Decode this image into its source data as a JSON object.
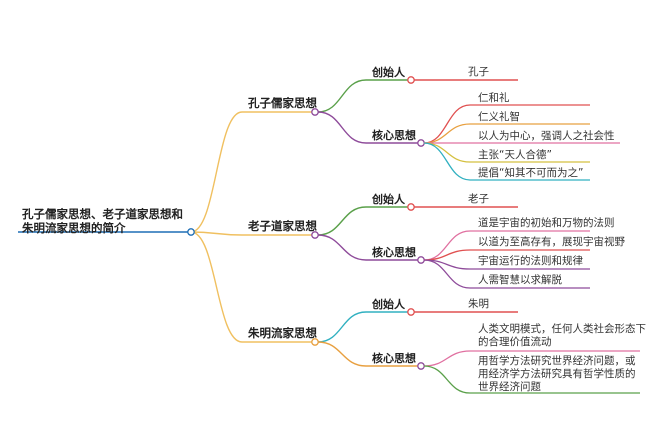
{
  "root": "孔子儒家思想、老子道家思想和朱明流家思想的简介",
  "colors": {
    "root_line": "#1f6fb5",
    "branch_line": "#f0c060",
    "green": "#5aa04a",
    "purple": "#8e4b9a",
    "orange": "#e8a040",
    "pink": "#e070a0",
    "red": "#e05050",
    "yellow": "#d4c040",
    "cyan": "#30b0c0"
  },
  "branches": [
    {
      "name": "孔子儒家思想",
      "founder": {
        "label": "创始人",
        "value": "孔子"
      },
      "core": {
        "label": "核心思想",
        "items": [
          "仁和礼",
          "仁义礼智",
          "以人为中心，强调人之社会性",
          "主张“天人合德”",
          "提倡“知其不可而为之”"
        ]
      }
    },
    {
      "name": "老子道家思想",
      "founder": {
        "label": "创始人",
        "value": "老子"
      },
      "core": {
        "label": "核心思想",
        "items": [
          "道是宇宙的初始和万物的法则",
          "以道为至高存有，展现宇宙视野",
          "宇宙运行的法则和规律",
          "人需智慧以求解脱"
        ]
      }
    },
    {
      "name": "朱明流家思想",
      "founder": {
        "label": "创始人",
        "value": "朱明"
      },
      "core": {
        "label": "核心思想",
        "items": [
          "人类文明模式，任何人类社会形态下的合理价值流动",
          "用哲学方法研究世界经济问题，或用经济学方法研究具有哲学性质的世界经济问题"
        ]
      }
    }
  ]
}
